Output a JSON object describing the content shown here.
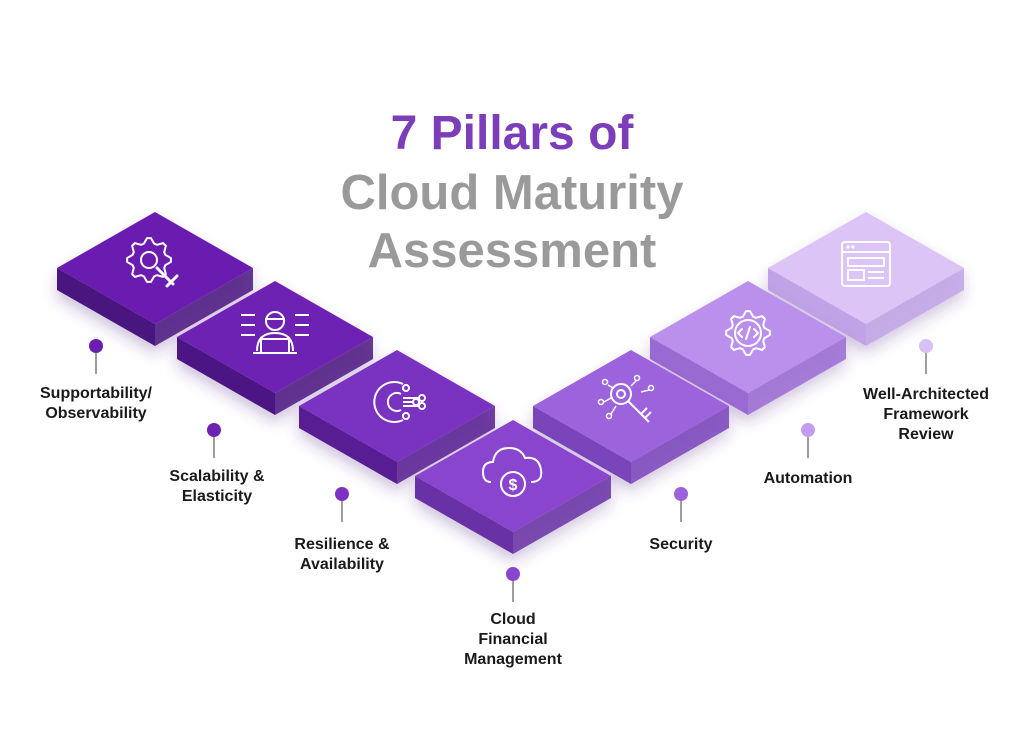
{
  "title": {
    "line1": "7 Pillars of",
    "line2": "Cloud Maturity",
    "line3": "Assessment"
  },
  "pillars": [
    {
      "label_lines": [
        "Supportability/",
        "Observability"
      ],
      "icon": "gear-wrench-icon",
      "top": "#6a1fb0",
      "side": "#4a1380",
      "dot": "#6a1fb0"
    },
    {
      "label_lines": [
        "Scalability &",
        "Elasticity"
      ],
      "icon": "person-laptop-icon",
      "top": "#6e22b3",
      "side": "#4c1583",
      "dot": "#6e22b3"
    },
    {
      "label_lines": [
        "Resilience &",
        "Availability"
      ],
      "icon": "gear-circuit-icon",
      "top": "#7a32c0",
      "side": "#581f93",
      "dot": "#7a32c0"
    },
    {
      "label_lines": [
        "Cloud",
        "Financial",
        "Management"
      ],
      "icon": "cloud-dollar-icon",
      "top": "#8a45cf",
      "side": "#6730a6",
      "dot": "#8a45cf"
    },
    {
      "label_lines": [
        "Security"
      ],
      "icon": "key-circuit-icon",
      "top": "#9d63dc",
      "side": "#7a45bb",
      "dot": "#9d63dc"
    },
    {
      "label_lines": [
        "Automation"
      ],
      "icon": "gear-code-icon",
      "top": "#bb8fec",
      "side": "#9a6bd3",
      "dot": "#c19ef0"
    },
    {
      "label_lines": [
        "Well-Architected",
        "Framework",
        "Review"
      ],
      "icon": "browser-window-icon",
      "top": "#dcc4f6",
      "side": "#c0a3e6",
      "dot": "#d8c2f5"
    }
  ]
}
